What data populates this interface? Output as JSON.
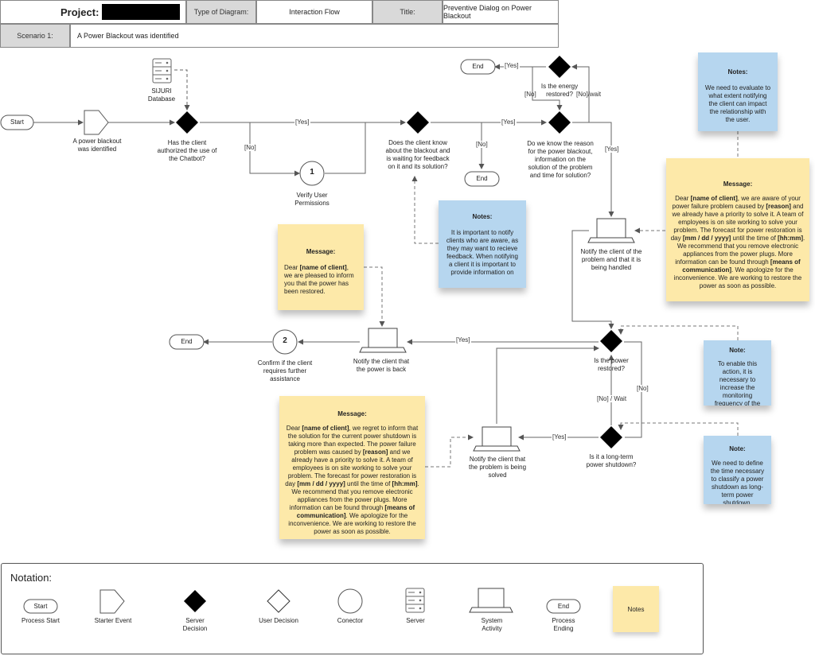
{
  "header": {
    "project_label": "Project:",
    "type_label": "Type of Diagram:",
    "type_value": "Interaction Flow",
    "title_label": "Title:",
    "title_value": "Preventive Dialog on Power Blackout",
    "scenario_label": "Scenario 1:",
    "scenario_value": "A Power Blackout was identified"
  },
  "nodes": {
    "start": "Start",
    "blackout_event": "A power blackout was identified",
    "sijuri_db": "SIJURI Database",
    "authorized_decision": "Has the client authorized the use of the Chatbot?",
    "connector_1": "1",
    "verify_permissions": "Verify User Permissions",
    "client_know_decision": "Does the client know about the blackout and is waiting for feedback on it and its solution?",
    "end_mid": "End",
    "know_reason_decision": "Do we know the reason for the power blackout, information on the solution of the problem and time for solution?",
    "energy_restored_decision": "Is the energy restored?",
    "end_top": "End",
    "notify_handled": "Notify the client of the problem and that it is being handled",
    "power_restored_decision": "Is the power restored?",
    "notify_back": "Notify the client that the power is back",
    "connector_2": "2",
    "confirm_assistance": "Confirm if the client requires further assistance",
    "end_left": "End",
    "long_term_decision": "Is it a long-term power shutdown?",
    "notify_solving": "Notify the client that the problem is being solved"
  },
  "edges": {
    "yes_auth": "[Yes]",
    "no_auth": "[No]",
    "yes_know": "[Yes]",
    "no_know": "[No]",
    "yes_top": "[Yes]",
    "no_top": "[No]",
    "no_wait_top": "[No]/wait",
    "yes_reason": "[Yes]",
    "yes_restored": "[Yes]",
    "no_wait_mid": "[No] / Wait",
    "no_mid": "[No]",
    "yes_long": "[Yes]"
  },
  "notes": {
    "note_top": {
      "title": "Notes:",
      "body": "We need to evaluate to what extent notifying the client can impact the relationship with the user."
    },
    "message_main": {
      "title": "Message:",
      "html": "Dear <b>[name of client]</b>, we are aware of your power failure problem caused by <b>[reason]</b> and we already have a priority to solve it. A team of employees is on site working to solve your problem. The forecast for power restoration is day <b>[mm / dd / yyyy]</b> until the time of <b>[hh:mm]</b>. We recommend that you remove electronic appliances from the power plugs. More information can be found through <b>[means of communication]</b>. We apologize for the inconvenience. We are working to restore the power as soon as possible."
    },
    "note_mid": {
      "title": "Notes:",
      "body": "It is important to notify clients who are aware, as they may want to recieve feedback. When notifying a client it is important to provide information on"
    },
    "message_restored": {
      "title": "Message:",
      "html": "Dear <b>[name of client]</b>, we are pleased to inform you that the power has been restored."
    },
    "note_monitor": {
      "title": "Note:",
      "body": "To enable this action, it is necessary to increase the monitoring frequency of the chatbot and server."
    },
    "message_long": {
      "title": "Message:",
      "html": "Dear <b>[name of client]</b>, we regret to inform that the solution for the current power shutdown is taking more than expected. The power failure problem was caused by <b>[reason]</b> and we already have a priority to solve it. A team of employees is on site working to solve your problem. The forecast for power restoration is day <b>[mm / dd / yyyy]</b> until the time of <b>[hh:mm]</b>. We recommend that you remove electronic appliances from the power plugs. More information can be found through <b>[means of communication]</b>. We apologize for the inconvenience. We are working to restore the power as soon as possible."
    },
    "note_time": {
      "title": "Note:",
      "body": "We need to define the time necessary to classify a power shutdown as long-term power shutdown."
    }
  },
  "legend": {
    "title": "Notation:",
    "items": [
      {
        "label": "Process Start",
        "icon": "start-pill-icon",
        "text": "Start"
      },
      {
        "label": "Starter Event",
        "icon": "pentagon-icon"
      },
      {
        "label": "Server Decision",
        "icon": "black-diamond-icon"
      },
      {
        "label": "User Decision",
        "icon": "white-diamond-icon"
      },
      {
        "label": "Conector",
        "icon": "circle-icon"
      },
      {
        "label": "Server",
        "icon": "server-icon"
      },
      {
        "label": "System Activity",
        "icon": "laptop-icon"
      },
      {
        "label": "Process Ending",
        "icon": "end-pill-icon",
        "text": "End"
      },
      {
        "label": "Notes",
        "icon": "sticky-note-icon"
      }
    ]
  }
}
